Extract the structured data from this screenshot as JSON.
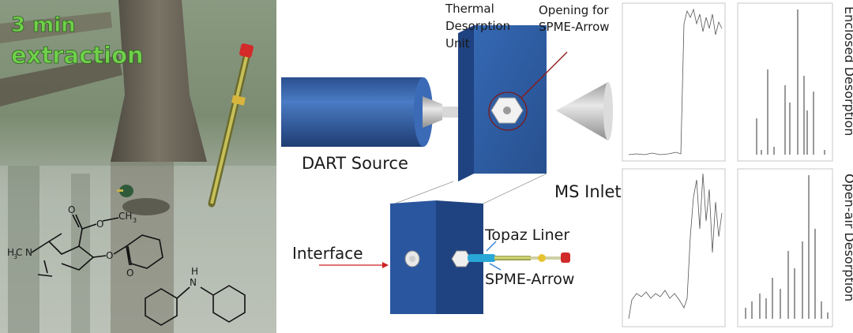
{
  "photo": {
    "line1": "3 min",
    "line2": "extraction",
    "methyl_label": "CH",
    "methyl_sub": "3",
    "n_methyl_label": "H",
    "n_methyl_sub": "3",
    "n_methyl_c": "C",
    "amine_n": "N",
    "nh_n": "N",
    "nh_h": "H",
    "o1": "O",
    "o2": "O",
    "o3": "O",
    "o4": "O"
  },
  "diagram": {
    "thermal_line1": "Thermal",
    "thermal_line2": "Desorption",
    "thermal_line3": "Unit",
    "opening_line1": "Opening for",
    "opening_line2": "SPME-Arrow",
    "dart": "DART Source",
    "ms_inlet": "MS Inlet",
    "interface": "Interface",
    "topaz": "Topaz Liner",
    "spme": "SPME-Arrow"
  },
  "spectra": {
    "enclosed": "Enclosed Desorption",
    "openair": "Open-air Desorption"
  },
  "colors": {
    "block_front": "#2d5ba8",
    "block_side": "#1e3f7c",
    "cylinder": "#3563a9",
    "cone": "#c9c9c9",
    "leader": "#8b1a1a",
    "arrow": "#cc2222",
    "photo_text": "#6fd04a"
  }
}
